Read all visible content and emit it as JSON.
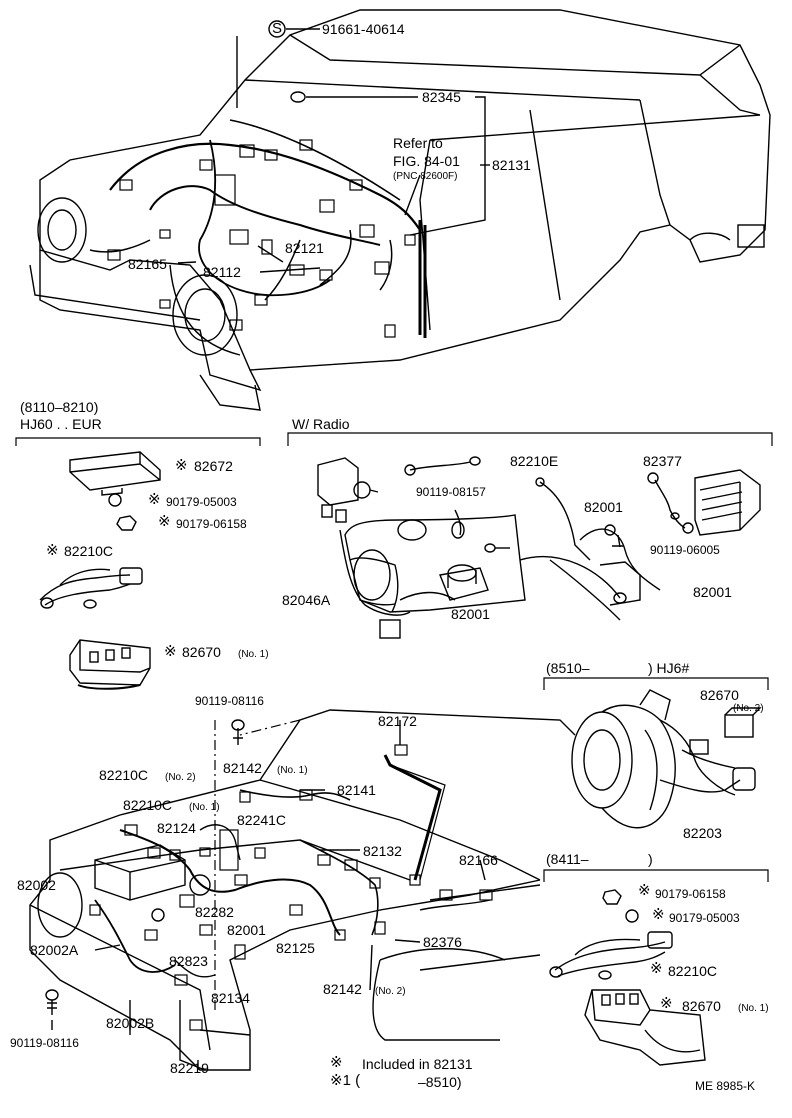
{
  "top": {
    "std_symbol": "S",
    "std_part": "91661-40614",
    "refer_line1": "Refer to",
    "refer_line2": "FIG. 84-01",
    "refer_line3": "(PNC 82600F)",
    "parts": {
      "p82345": "82345",
      "p82131": "82131",
      "p82121": "82121",
      "p82165": "82165",
      "p82112": "82112"
    }
  },
  "hj60": {
    "range": "(8110–8210)",
    "model": "HJ60 . . EUR",
    "mark": "※",
    "p82672": "82672",
    "p90179_05003": "90179-05003",
    "p90179_06158": "90179-06158",
    "p82210c": "82210C",
    "p82670": "82670",
    "no1": "(No. 1)"
  },
  "radio": {
    "title": "W/ Radio",
    "p82210e": "82210E",
    "p90119_08157": "90119-08157",
    "p82001_a": "82001",
    "p82377": "82377",
    "p90119_06005": "90119-06005",
    "p82001_b": "82001",
    "p82046a": "82046A",
    "p82001_c": "82001"
  },
  "hj6": {
    "range": "(8510–",
    "model": ") HJ6#",
    "p82670": "82670",
    "no2": "(No. 2)",
    "p82203": "82203"
  },
  "s8411": {
    "range": "(8411–",
    "close": ")",
    "mark": "※",
    "p90179_06158": "90179-06158",
    "p90179_05003": "90179-05003",
    "p82210c": "82210C",
    "p82670": "82670",
    "no1": "(No. 1)"
  },
  "lower": {
    "p90119_08116_top": "90119-08116",
    "p82172": "82172",
    "p82210c_no2": "82210C",
    "no2_a": "(No. 2)",
    "p82142_no1": "82142",
    "no1_a": "(No. 1)",
    "p82141": "82141",
    "p82210c_no1": "82210C",
    "no1_b": "(No. 1)",
    "p82124": "82124",
    "p82241c": "82241C",
    "p82132": "82132",
    "p82166": "82166",
    "p82002": "82002",
    "p82282": "82282",
    "p82001": "82001",
    "p82125": "82125",
    "p82376": "82376",
    "p82002a": "82002A",
    "p82823": "82823",
    "p82134": "82134",
    "p82142_no2": "82142",
    "no2_b": "(No. 2)",
    "p82002b": "82002B",
    "p90119_08116_bot": "90119-08116",
    "p82219": "82219"
  },
  "legend": {
    "mark": "※",
    "included": "Included in 82131",
    "mark1": "※1 (",
    "range": "–8510)",
    "code": "ME  8985-K"
  }
}
